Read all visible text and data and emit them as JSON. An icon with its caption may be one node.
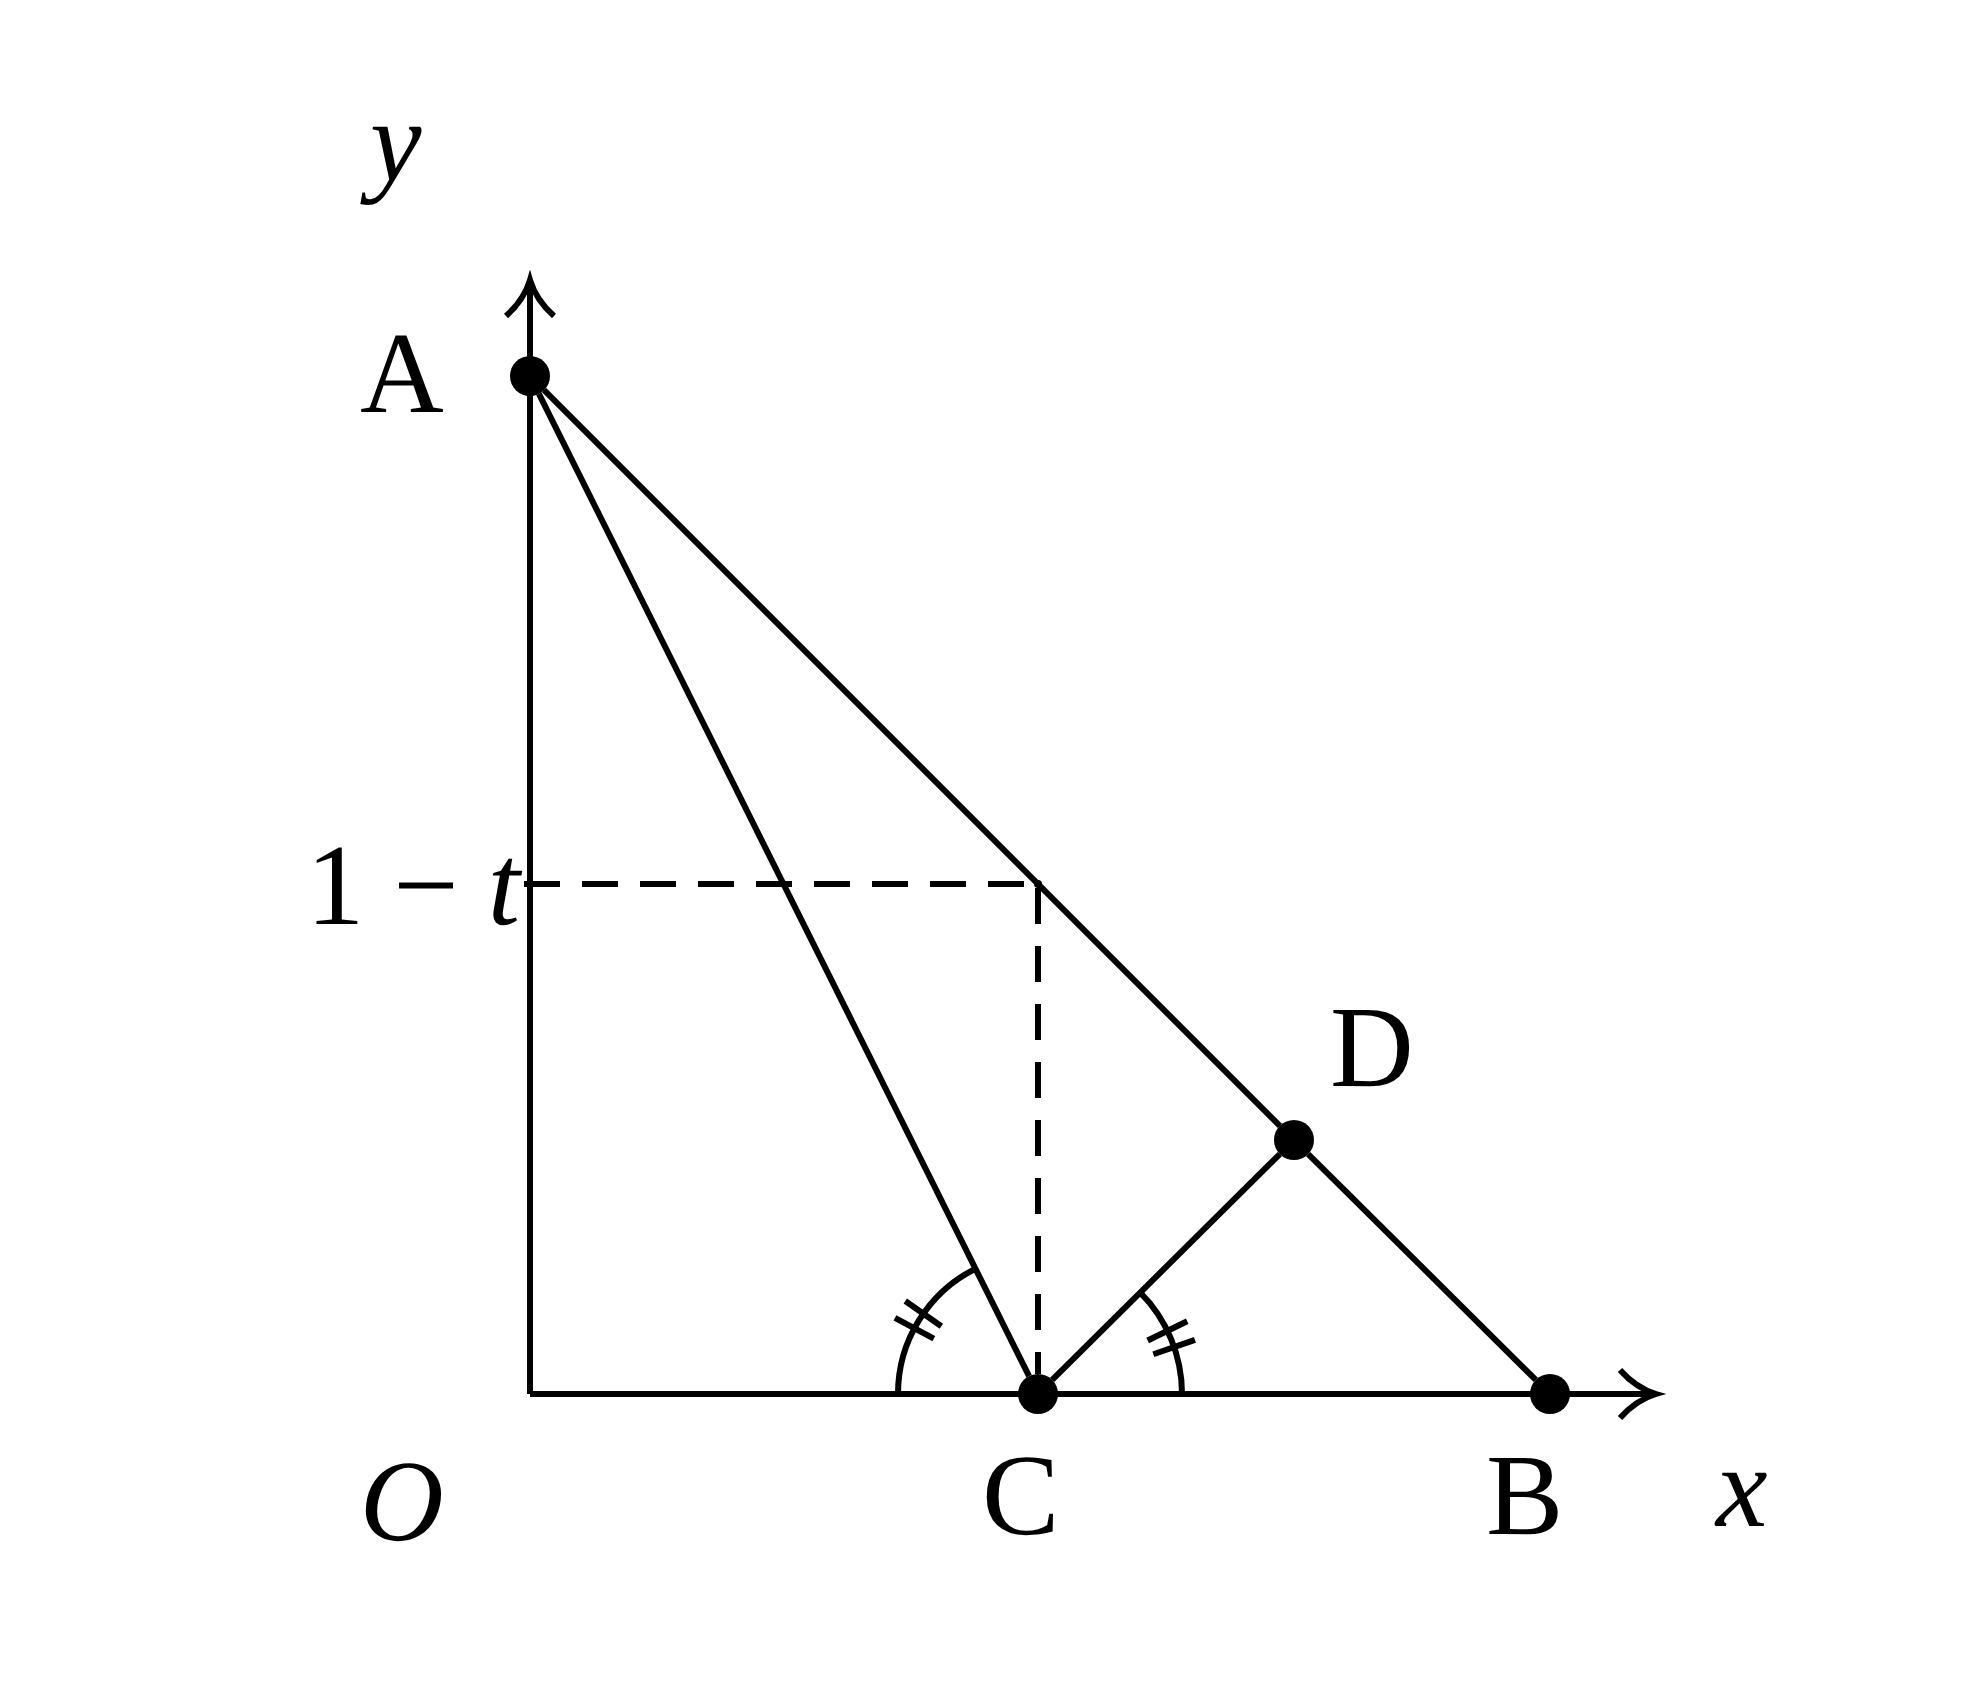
{
  "diagram": {
    "nodes": [
      {
        "text": [
          "A"
        ]
      },
      {
        "text": [
          "D"
        ]
      },
      {
        "text": [
          "C"
        ]
      },
      {
        "text": [
          "B"
        ]
      },
      {
        "text": [
          "1 − *t*"
        ]
      },
      {
        "text": [],
        "shape": "point"
      }
    ],
    "edges": [
      {
        "from": 0,
        "to": 1,
        "arrow": "none"
      },
      {
        "from": 1,
        "to": 3,
        "arrow": "none"
      },
      {
        "from": 0,
        "to": 2,
        "arrow": "none"
      },
      {
        "from": 2,
        "to": 1,
        "arrow": "none"
      },
      {
        "from": 4,
        "to": 5,
        "arrow": "none",
        "style": "dashed"
      },
      {
        "from": 5,
        "to": 2,
        "arrow": "none",
        "style": "dashed"
      }
    ],
    "labels": [
      "y",
      "O",
      "x"
    ]
  }
}
